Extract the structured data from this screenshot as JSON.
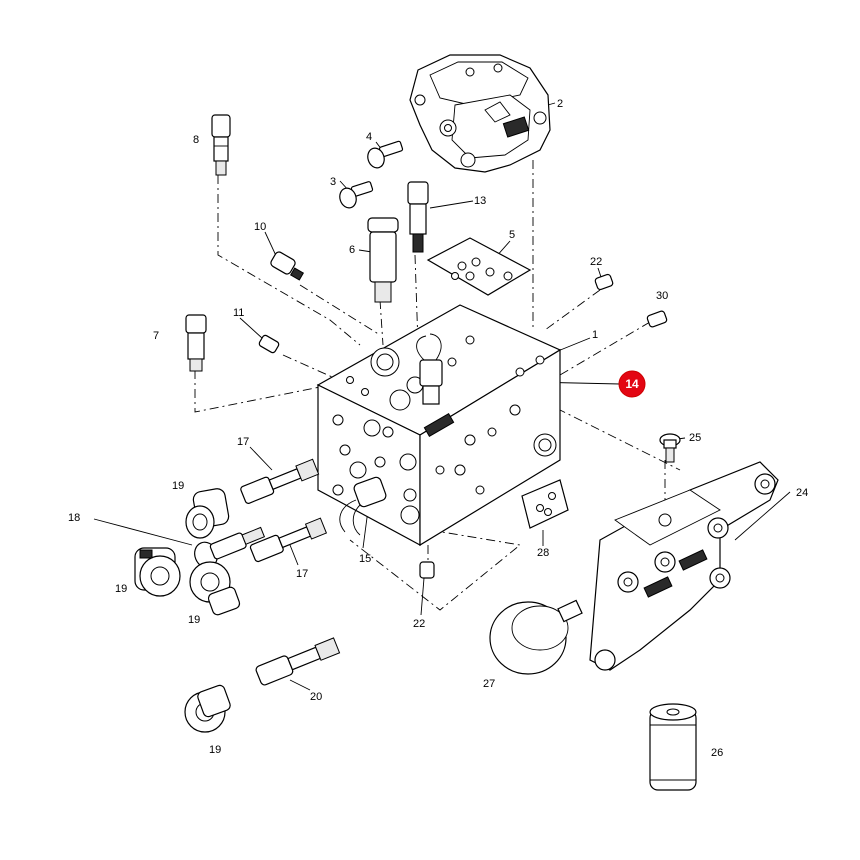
{
  "diagram": {
    "highlight": {
      "label": "14",
      "color": "#e30613"
    },
    "callouts": {
      "c1": "1",
      "c2": "2",
      "c3": "3",
      "c4": "4",
      "c5": "5",
      "c6": "6",
      "c7": "7",
      "c8": "8",
      "c10": "10",
      "c11": "11",
      "c13": "13",
      "c15": "15",
      "c17a": "17",
      "c17b": "17",
      "c18": "18",
      "c19a": "19",
      "c19b": "19",
      "c19c": "19",
      "c19d": "19",
      "c20": "20",
      "c22a": "22",
      "c22b": "22",
      "c24": "24",
      "c25": "25",
      "c26": "26",
      "c27": "27",
      "c28": "28",
      "c30": "30"
    }
  }
}
